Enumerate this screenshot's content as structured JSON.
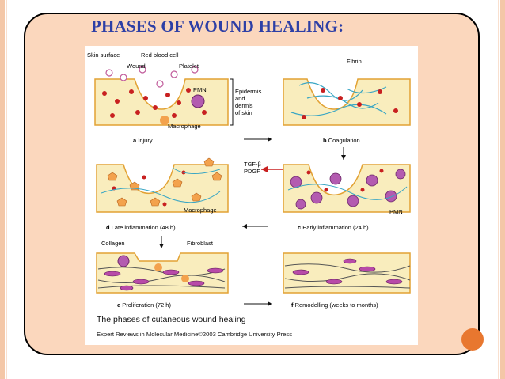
{
  "slide": {
    "title": "PHASES OF WOUND HEALING:"
  },
  "figure": {
    "caption": "The phases of cutaneous wound healing",
    "credit": "Expert Reviews in Molecular Medicine©2003 Cambridge University Press",
    "labels": {
      "skin_surface": "Skin surface",
      "red_blood_cell": "Red blood cell",
      "wound": "Wound",
      "platelet": "Platelet",
      "pmn": "PMN",
      "macrophage": "Macrophage",
      "epidermis": "Epidermis",
      "and": "and",
      "dermis": "dermis",
      "of_skin": "of skin",
      "fibrin": "Fibrin",
      "tgf": "TGF-β",
      "pdgf": "PDGF",
      "pmn2": "PMN",
      "macrophage2": "Macrophage",
      "collagen": "Collagen",
      "fibroblast": "Fibroblast"
    },
    "phases": {
      "a": {
        "letter": "a",
        "name": "Injury"
      },
      "b": {
        "letter": "b",
        "name": "Coagulation"
      },
      "c": {
        "letter": "c",
        "name": "Early inflammation (24 h)"
      },
      "d": {
        "letter": "d",
        "name": "Late inflammation (48 h)"
      },
      "e": {
        "letter": "e",
        "name": "Proliferation (72 h)"
      },
      "f": {
        "letter": "f",
        "name": "Remodelling (weeks to months)"
      }
    },
    "colors": {
      "tissue": "#f9edbd",
      "surface": "#e2a234",
      "rbc": "#c82020",
      "pmn": "#b35bb0",
      "macrophage": "#f3a24d",
      "fibrin": "#3aa6c4",
      "fibroblast": "#b84aa8"
    }
  }
}
